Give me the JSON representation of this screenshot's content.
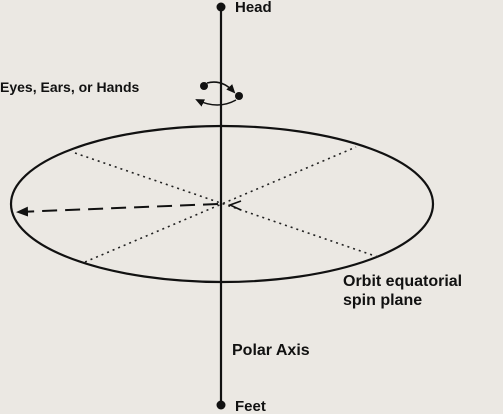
{
  "labels": {
    "head": "Head",
    "eyes_ears_hands": "Eyes, Ears, or Hands",
    "orbit_line1": "Orbit equatorial",
    "orbit_line2": "spin plane",
    "polar_axis": "Polar Axis",
    "feet": "Feet"
  }
}
